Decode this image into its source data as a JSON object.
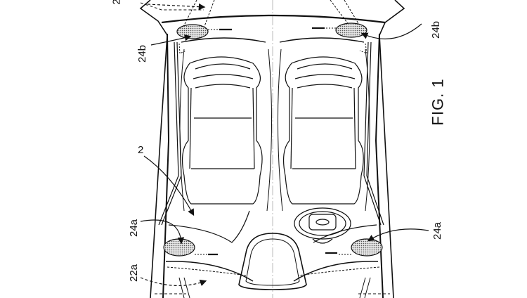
{
  "figure": {
    "title": "FIG. 1",
    "subject": "Vehicle interior, top view, with loudspeakers"
  },
  "labels": {
    "vehicle": "2",
    "rear_speaker_left": "24b",
    "rear_speaker_right": "24b",
    "front_speaker_left": "24a",
    "front_speaker_right": "24a",
    "front_duct": "22a",
    "top_cut_label": "2"
  },
  "colors": {
    "line": "#111111",
    "speaker_fill": "#c8c8c8",
    "centerline": "#bbbbbb",
    "background": "#ffffff"
  }
}
